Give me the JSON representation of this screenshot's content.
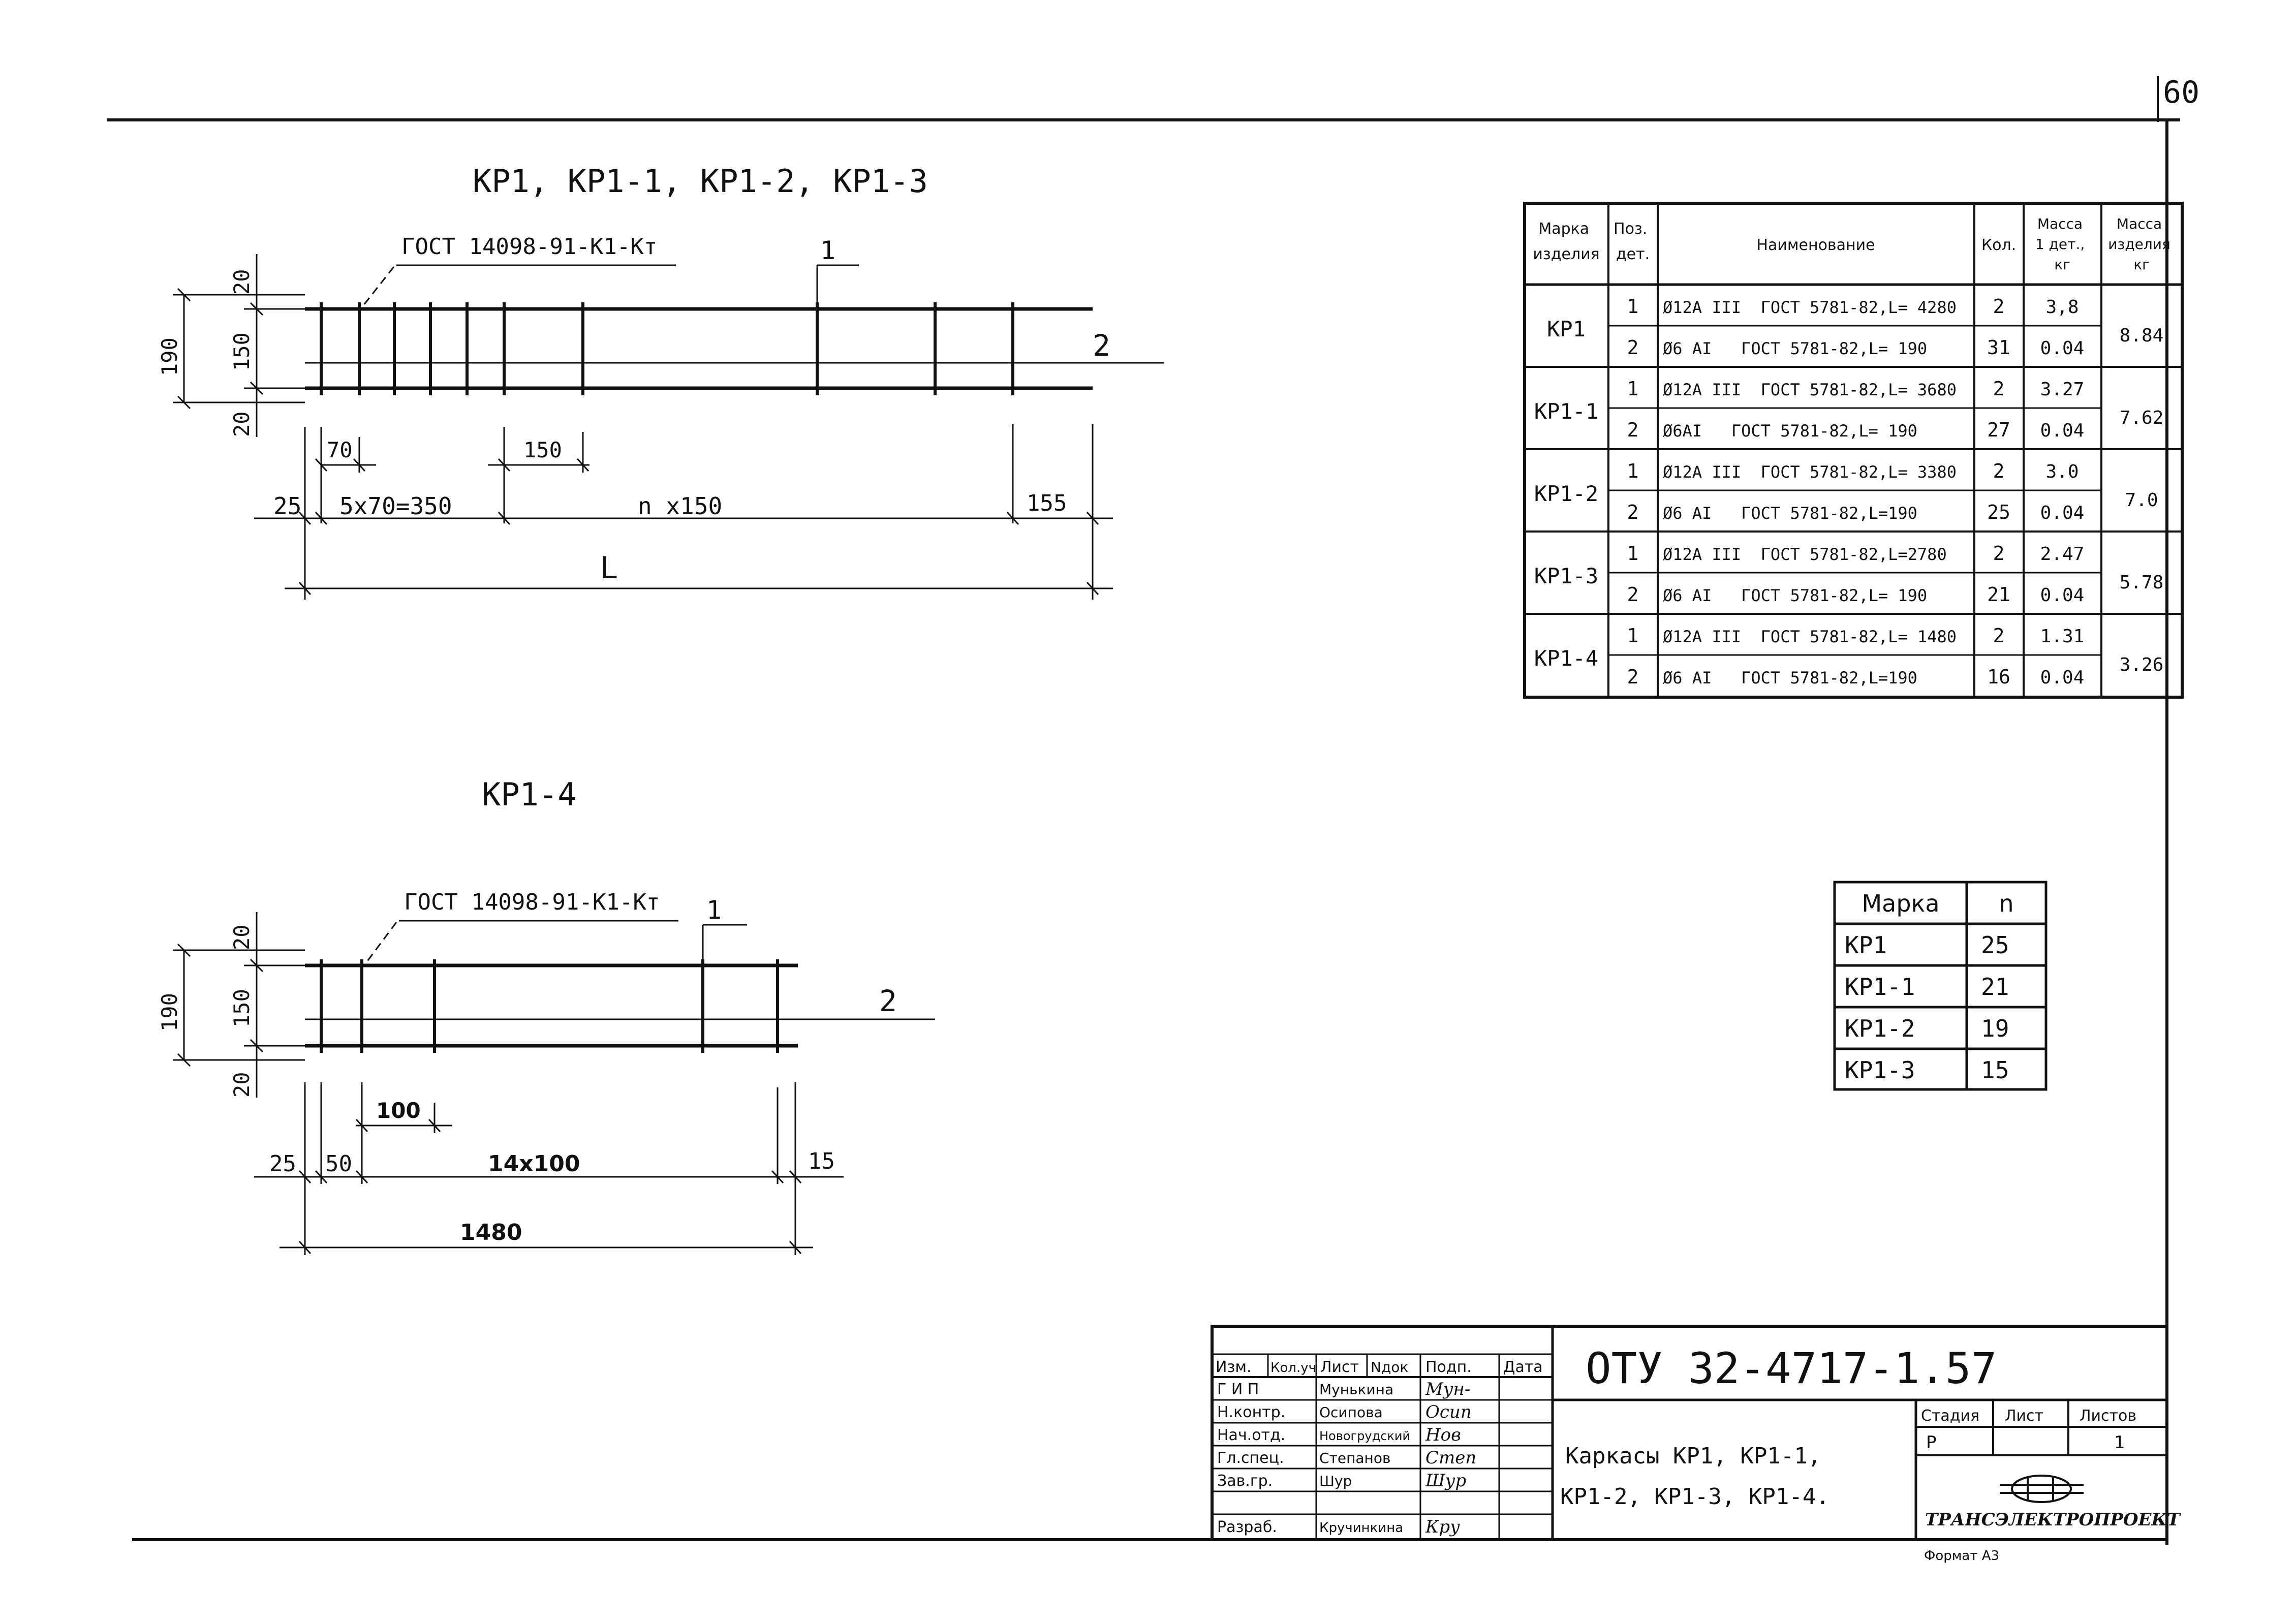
{
  "sheet": {
    "number": "60",
    "format": "Формат А3"
  },
  "drawing1": {
    "title": "КР1, КР1-1, КР1-2, КР1-3",
    "gost": "ГОСТ 14098-91-К1-Кт",
    "pos1": "1",
    "pos2": "2",
    "dim_190": "190",
    "dim_20_top": "20",
    "dim_150": "150",
    "dim_20_bottom": "20",
    "dim_70": "70",
    "dim_150_step": "150",
    "dim_25": "25",
    "dim_5x70": "5x70=350",
    "dim_nx150": "n x150",
    "dim_155": "155",
    "dim_L": "L"
  },
  "drawing2": {
    "title": "КР1-4",
    "gost": "ГОСТ 14098-91-К1-Кт",
    "pos1": "1",
    "pos2": "2",
    "dim_190": "190",
    "dim_20_top": "20",
    "dim_150": "150",
    "dim_20_bottom": "20",
    "dim_100": "100",
    "dim_25": "25",
    "dim_50": "50",
    "dim_14x100": "14x100",
    "dim_15": "15",
    "dim_1480": "1480"
  },
  "spec_table": {
    "headers": {
      "mark": [
        "Марка",
        "изделия"
      ],
      "pos": [
        "Поз.",
        "дет."
      ],
      "name": "Наименование",
      "qty": "Кол.",
      "mass_one": [
        "Масса",
        "1 дет.,",
        "кг"
      ],
      "mass_item": [
        "Масса",
        "изделия",
        "кг"
      ]
    },
    "rows": [
      {
        "mark": "КР1",
        "mass_item": "8.84",
        "parts": [
          {
            "pos": "1",
            "name": "Ø12А III  ГОСТ 5781-82,L= 4280",
            "qty": "2",
            "mass": "3,8"
          },
          {
            "pos": "2",
            "name": "Ø6 АI   ГОСТ 5781-82,L= 190",
            "qty": "31",
            "mass": "0.04"
          }
        ]
      },
      {
        "mark": "КР1-1",
        "mass_item": "7.62",
        "parts": [
          {
            "pos": "1",
            "name": "Ø12А III  ГОСТ 5781-82,L= 3680",
            "qty": "2",
            "mass": "3.27"
          },
          {
            "pos": "2",
            "name": "Ø6АI   ГОСТ 5781-82,L= 190",
            "qty": "27",
            "mass": "0.04"
          }
        ]
      },
      {
        "mark": "КР1-2",
        "mass_item": "7.0",
        "parts": [
          {
            "pos": "1",
            "name": "Ø12А III  ГОСТ 5781-82,L= 3380",
            "qty": "2",
            "mass": "3.0"
          },
          {
            "pos": "2",
            "name": "Ø6 АI   ГОСТ 5781-82,L=190",
            "qty": "25",
            "mass": "0.04"
          }
        ]
      },
      {
        "mark": "КР1-3",
        "mass_item": "5.78",
        "parts": [
          {
            "pos": "1",
            "name": "Ø12А III  ГОСТ 5781-82,L=2780",
            "qty": "2",
            "mass": "2.47"
          },
          {
            "pos": "2",
            "name": "Ø6 АI   ГОСТ 5781-82,L= 190",
            "qty": "21",
            "mass": "0.04"
          }
        ]
      },
      {
        "mark": "КР1-4",
        "mass_item": "3.26",
        "parts": [
          {
            "pos": "1",
            "name": "Ø12А III  ГОСТ 5781-82,L= 1480",
            "qty": "2",
            "mass": "1.31"
          },
          {
            "pos": "2",
            "name": "Ø6 АI   ГОСТ 5781-82,L=190",
            "qty": "16",
            "mass": "0.04"
          }
        ]
      }
    ]
  },
  "n_table": {
    "headers": [
      "Марка",
      "n"
    ],
    "rows": [
      [
        "КР1",
        "25"
      ],
      [
        "КР1-1",
        "21"
      ],
      [
        "КР1-2",
        "19"
      ],
      [
        "КР1-3",
        "15"
      ]
    ]
  },
  "title_block": {
    "code": "ОТУ 32-4717-1.57",
    "headers": [
      "Изм.",
      "Кол.уч",
      "Лист",
      "Nдок",
      "Подп.",
      "Дата"
    ],
    "staff": [
      {
        "role": "Г И П",
        "name": "Мунькина",
        "sign": "Мун-"
      },
      {
        "role": "Н.контр.",
        "name": "Осипова",
        "sign": "Осип"
      },
      {
        "role": "Нач.отд.",
        "name": "Новогрудский",
        "sign": "Нов"
      },
      {
        "role": "Гл.спец.",
        "name": "Степанов",
        "sign": "Степ"
      },
      {
        "role": "Зав.гр.",
        "name": "Шур",
        "sign": "Шур"
      },
      {
        "role": "Разраб.",
        "name": "Кручинкина",
        "sign": "Кру"
      }
    ],
    "description": [
      "Каркасы КР1, КР1-1,",
      "КР1-2, КР1-3, КР1-4."
    ],
    "stage_headers": [
      "Стадия",
      "Лист",
      "Листов"
    ],
    "stage_values": [
      "Р",
      "",
      "1"
    ],
    "org": "ТРАНСЭЛЕКТРОПРОЕКТ"
  }
}
